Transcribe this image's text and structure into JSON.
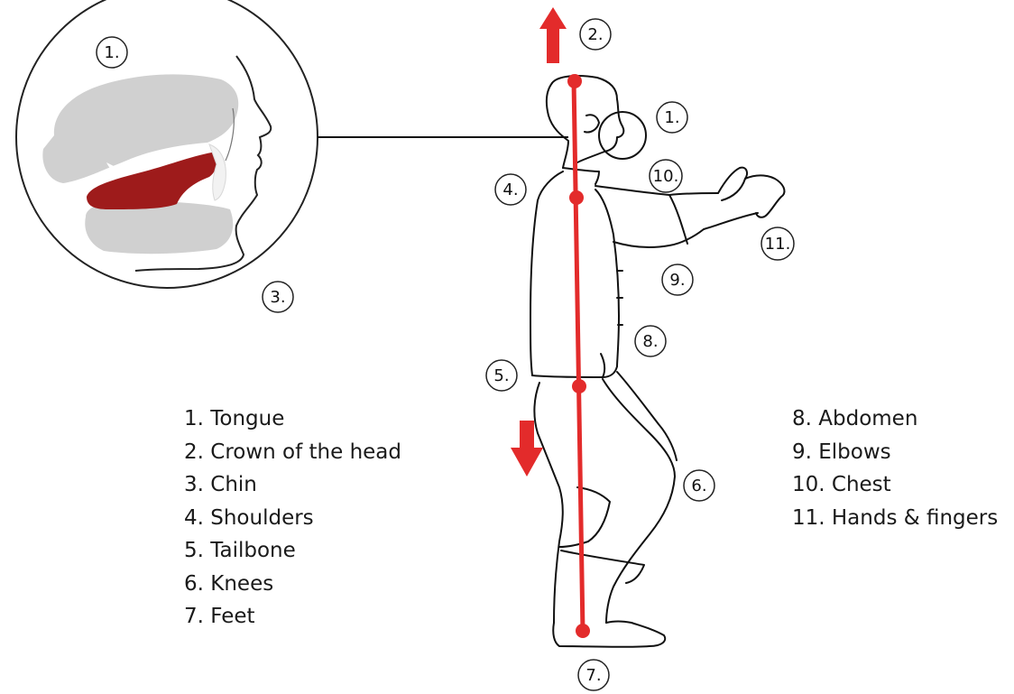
{
  "legend_left": [
    "1. Tongue",
    "2. Crown of the head",
    "3. Chin",
    "4. Shoulders",
    "5. Tailbone",
    "6. Knees",
    "7. Feet"
  ],
  "legend_right": [
    "8. Abdomen",
    "9. Elbows",
    "10. Chest",
    "11. Hands & fingers"
  ],
  "callouts": {
    "c1_inset": "1.",
    "c1_head": "1.",
    "c2": "2.",
    "c3": "3.",
    "c4": "4.",
    "c5": "5.",
    "c6": "6.",
    "c7": "7.",
    "c8": "8.",
    "c9": "9.",
    "c10": "10.",
    "c11": "11."
  },
  "colors": {
    "alignment_line": "#e32b2b",
    "tongue": "#9e1b1b",
    "mouth_gray": "#cfcfcf"
  },
  "icons": {
    "up": "arrow-up-icon",
    "down": "arrow-down-icon"
  }
}
